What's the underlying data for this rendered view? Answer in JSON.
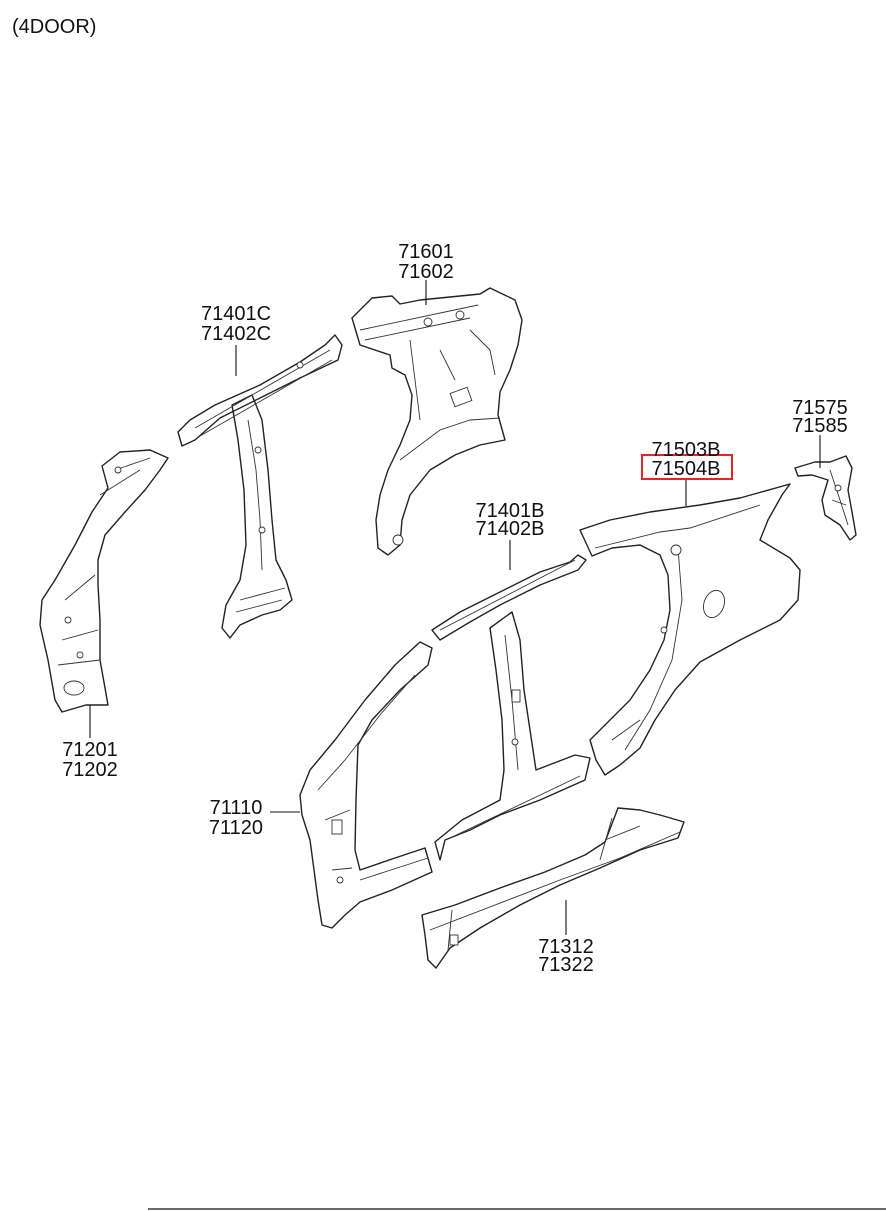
{
  "caption": "(4DOOR)",
  "highlight_color": "#e0252b",
  "labels": {
    "p71601": "71601",
    "p71602": "71602",
    "p71401C": "71401C",
    "p71402C": "71402C",
    "p71575": "71575",
    "p71585": "71585",
    "p71503B": "71503B",
    "p71504B": "71504B",
    "p71401B": "71401B",
    "p71402B": "71402B",
    "p71201": "71201",
    "p71202": "71202",
    "p71110": "71110",
    "p71120": "71120",
    "p71312": "71312",
    "p71322": "71322"
  }
}
